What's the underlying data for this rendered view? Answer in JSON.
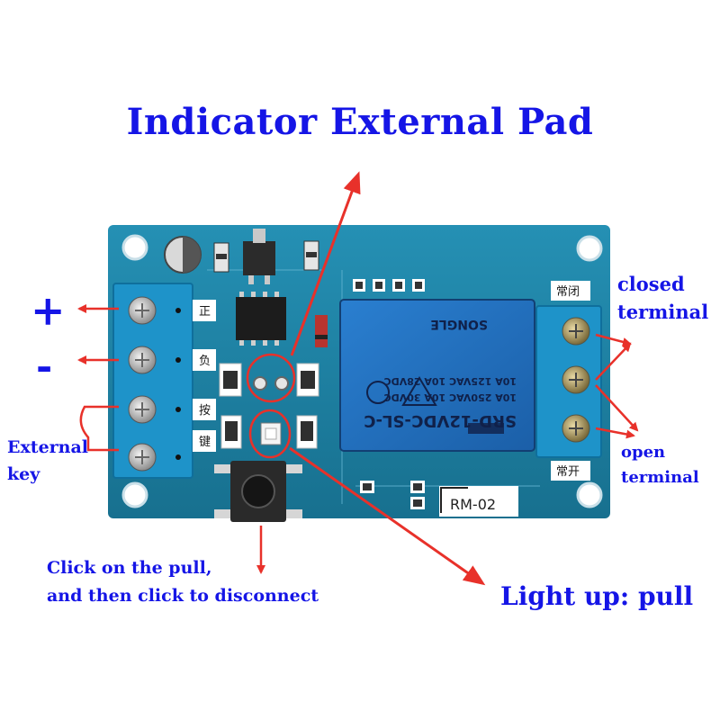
{
  "labels": {
    "title": "Indicator External Pad",
    "plus": "+",
    "minus": "-",
    "external_key_1": "External",
    "external_key_2": "key",
    "closed_1": "closed",
    "closed_2": "terminal",
    "open_1": "open",
    "open_2": "terminal",
    "click_1": "Click on the pull,",
    "click_2": "and then click to disconnect",
    "light": "Light up: pull"
  },
  "board": {
    "left_terminal_marks": [
      "正",
      "负",
      "按",
      "键"
    ],
    "right_top_mark": "常闭",
    "right_bottom_mark": "常开",
    "model": "RM-02"
  },
  "relay": {
    "model": "SRD-12VDC-SL-C",
    "rating_1": "10A 250VAC  10A 30VDC",
    "rating_2": "10A 125VAC  10A 28VDC",
    "brand": "SONGLE"
  },
  "colors": {
    "label": "#1515e6",
    "annotation": "#e8312a",
    "board": "#1d7fa6",
    "terminal_block": "#1c8fc6",
    "relay": "#1f6fc1"
  }
}
